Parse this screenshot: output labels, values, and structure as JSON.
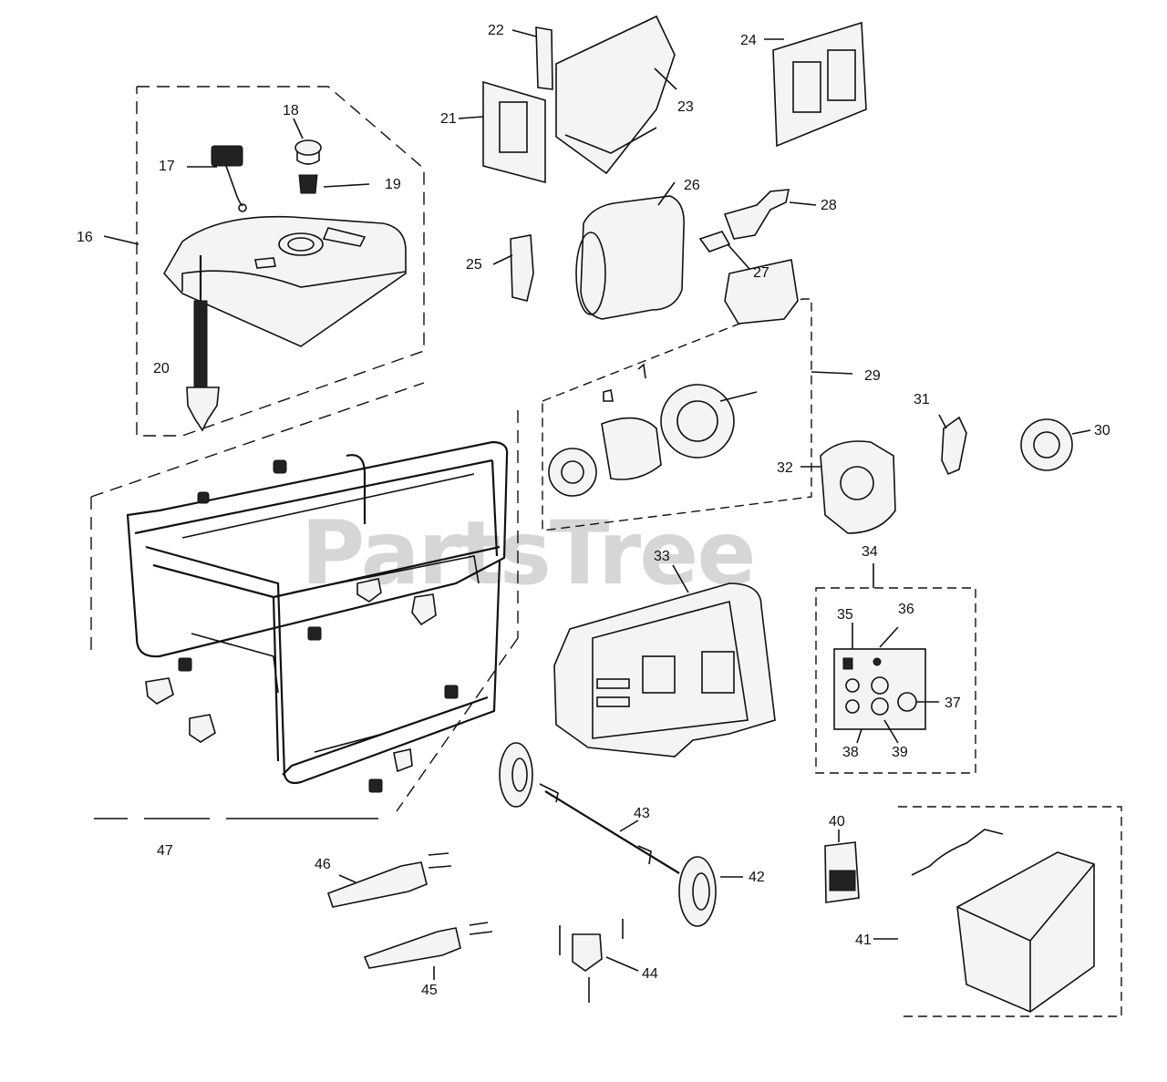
{
  "watermark": "PartsTree",
  "callouts": {
    "c16": "16",
    "c17": "17",
    "c18": "18",
    "c19": "19",
    "c20": "20",
    "c21": "21",
    "c22": "22",
    "c23": "23",
    "c24": "24",
    "c25": "25",
    "c26": "26",
    "c27": "27",
    "c28": "28",
    "c29": "29",
    "c30": "30",
    "c31": "31",
    "c32": "32",
    "c33": "33",
    "c34": "34",
    "c35": "35",
    "c36": "36",
    "c37": "37",
    "c38": "38",
    "c39": "39",
    "c40": "40",
    "c41": "41",
    "c42": "42",
    "c43": "43",
    "c44": "44",
    "c45": "45",
    "c46": "46",
    "c47": "47"
  }
}
